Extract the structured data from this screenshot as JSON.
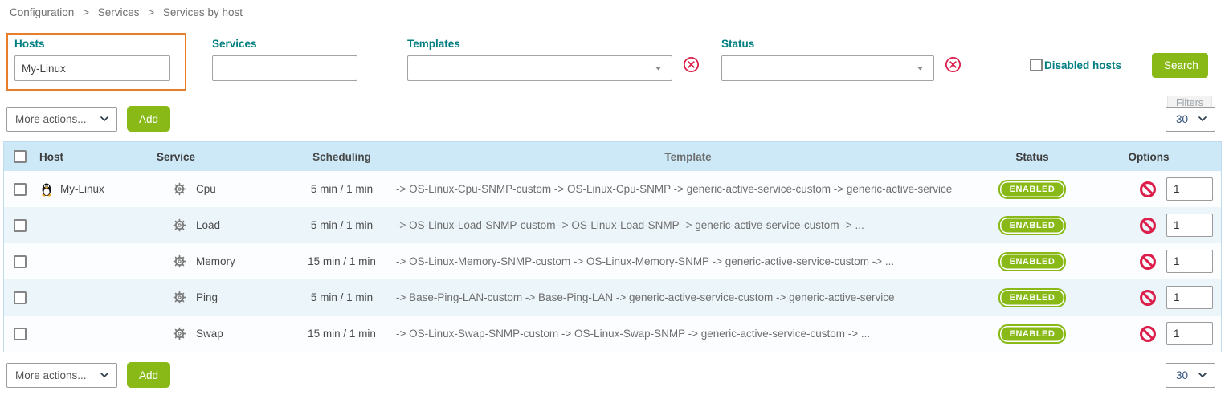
{
  "breadcrumb": {
    "items": [
      "Configuration",
      "Services",
      "Services by host"
    ],
    "separator": ">"
  },
  "filters": {
    "tab_label": "Filters",
    "hosts": {
      "label": "Hosts",
      "value": "My-Linux"
    },
    "services": {
      "label": "Services",
      "value": ""
    },
    "templates": {
      "label": "Templates",
      "value": ""
    },
    "status": {
      "label": "Status",
      "value": ""
    },
    "disabled_hosts_label": "Disabled hosts",
    "disabled_hosts_checked": false,
    "search_button": "Search"
  },
  "toolbar_top": {
    "more_actions": "More actions...",
    "add_button": "Add",
    "page_size": "30"
  },
  "toolbar_bottom": {
    "more_actions": "More actions...",
    "add_button": "Add",
    "page_size": "30"
  },
  "table": {
    "headers": {
      "host": "Host",
      "service": "Service",
      "scheduling": "Scheduling",
      "template": "Template",
      "status": "Status",
      "options": "Options"
    },
    "rows": [
      {
        "host": "My-Linux",
        "service": "Cpu",
        "scheduling": "5 min / 1 min",
        "template": "-> OS-Linux-Cpu-SNMP-custom -> OS-Linux-Cpu-SNMP -> generic-active-service-custom -> generic-active-service",
        "status": "ENABLED",
        "options_value": "1"
      },
      {
        "host": "",
        "service": "Load",
        "scheduling": "5 min / 1 min",
        "template": "-> OS-Linux-Load-SNMP-custom -> OS-Linux-Load-SNMP -> generic-active-service-custom -> ...",
        "status": "ENABLED",
        "options_value": "1"
      },
      {
        "host": "",
        "service": "Memory",
        "scheduling": "15 min / 1 min",
        "template": "-> OS-Linux-Memory-SNMP-custom -> OS-Linux-Memory-SNMP -> generic-active-service-custom -> ...",
        "status": "ENABLED",
        "options_value": "1"
      },
      {
        "host": "",
        "service": "Ping",
        "scheduling": "5 min / 1 min",
        "template": "-> Base-Ping-LAN-custom -> Base-Ping-LAN -> generic-active-service-custom -> generic-active-service",
        "status": "ENABLED",
        "options_value": "1"
      },
      {
        "host": "",
        "service": "Swap",
        "scheduling": "15 min / 1 min",
        "template": "-> OS-Linux-Swap-SNMP-custom -> OS-Linux-Swap-SNMP -> generic-active-service-custom -> ...",
        "status": "ENABLED",
        "options_value": "1"
      }
    ]
  },
  "icons": {
    "penguin-icon": "linux tux host icon",
    "gear-icon": "service gear ⚙",
    "chevron-down-icon": "select chevron ⌄",
    "caret-down-icon": "dropdown caret ▾",
    "clear-icon": "red circled x ⊗",
    "no-entry-icon": "red prohibition sign 🚫"
  },
  "colors": {
    "teal_label": "#007e81",
    "green_button": "#88b917",
    "badge_green": "#88b917",
    "orange_highlight": "#e87d2a",
    "red_icon": "#dc1e4a",
    "header_blue": "#cde9f8",
    "row_alt_blue": "#ecf5fa",
    "breadcrumb_gray": "#6e6e6e"
  }
}
